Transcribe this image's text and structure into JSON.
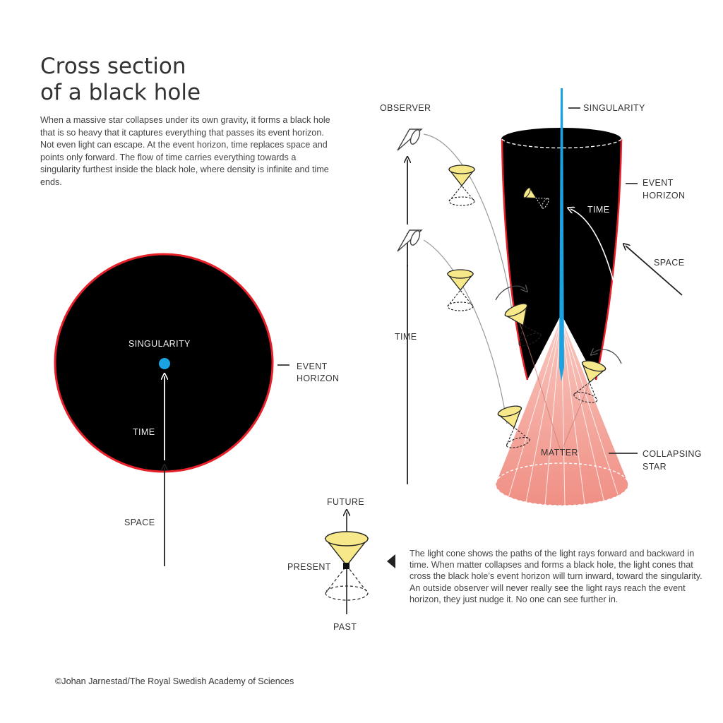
{
  "title_line1": "Cross section",
  "title_line2": "of a black hole",
  "intro": "When a massive star collapses under its own gravity, it forms a black hole that is so heavy that it captures everything that passes its event horizon. Not even light can escape. At the event horizon, time replaces space and points only forward. The flow of time carries everything towards a singularity furthest inside the black hole, where density is infinite and time ends.",
  "left_diagram": {
    "singularity": "SINGULARITY",
    "time": "TIME",
    "event_horizon_1": "EVENT",
    "event_horizon_2": "HORIZON",
    "space": "SPACE"
  },
  "right_diagram": {
    "observer": "OBSERVER",
    "singularity": "SINGULARITY",
    "event_horizon_1": "EVENT",
    "event_horizon_2": "HORIZON",
    "time_inner": "TIME",
    "space": "SPACE",
    "time_axis": "TIME",
    "matter": "MATTER",
    "collapsing_1": "COLLAPSING",
    "collapsing_2": "STAR"
  },
  "light_cone_legend": {
    "future": "FUTURE",
    "present": "PRESENT",
    "past": "PAST"
  },
  "caption": "The light cone shows the paths of the light rays forward and backward in time. When matter collapses and forms a black hole, the light cones that cross the black hole’s event horizon will turn inward, toward the singularity. An outside observer will never really see the light rays reach the event horizon, they just nudge it. No one can see further in.",
  "credit": "©Johan Jarnestad/The Royal Swedish Academy of Sciences",
  "colors": {
    "horizon_red": "#e8202a",
    "singularity_blue": "#1aa3e0",
    "cone_yellow": "#f7e98a",
    "matter_pink": "#f4a59b"
  }
}
